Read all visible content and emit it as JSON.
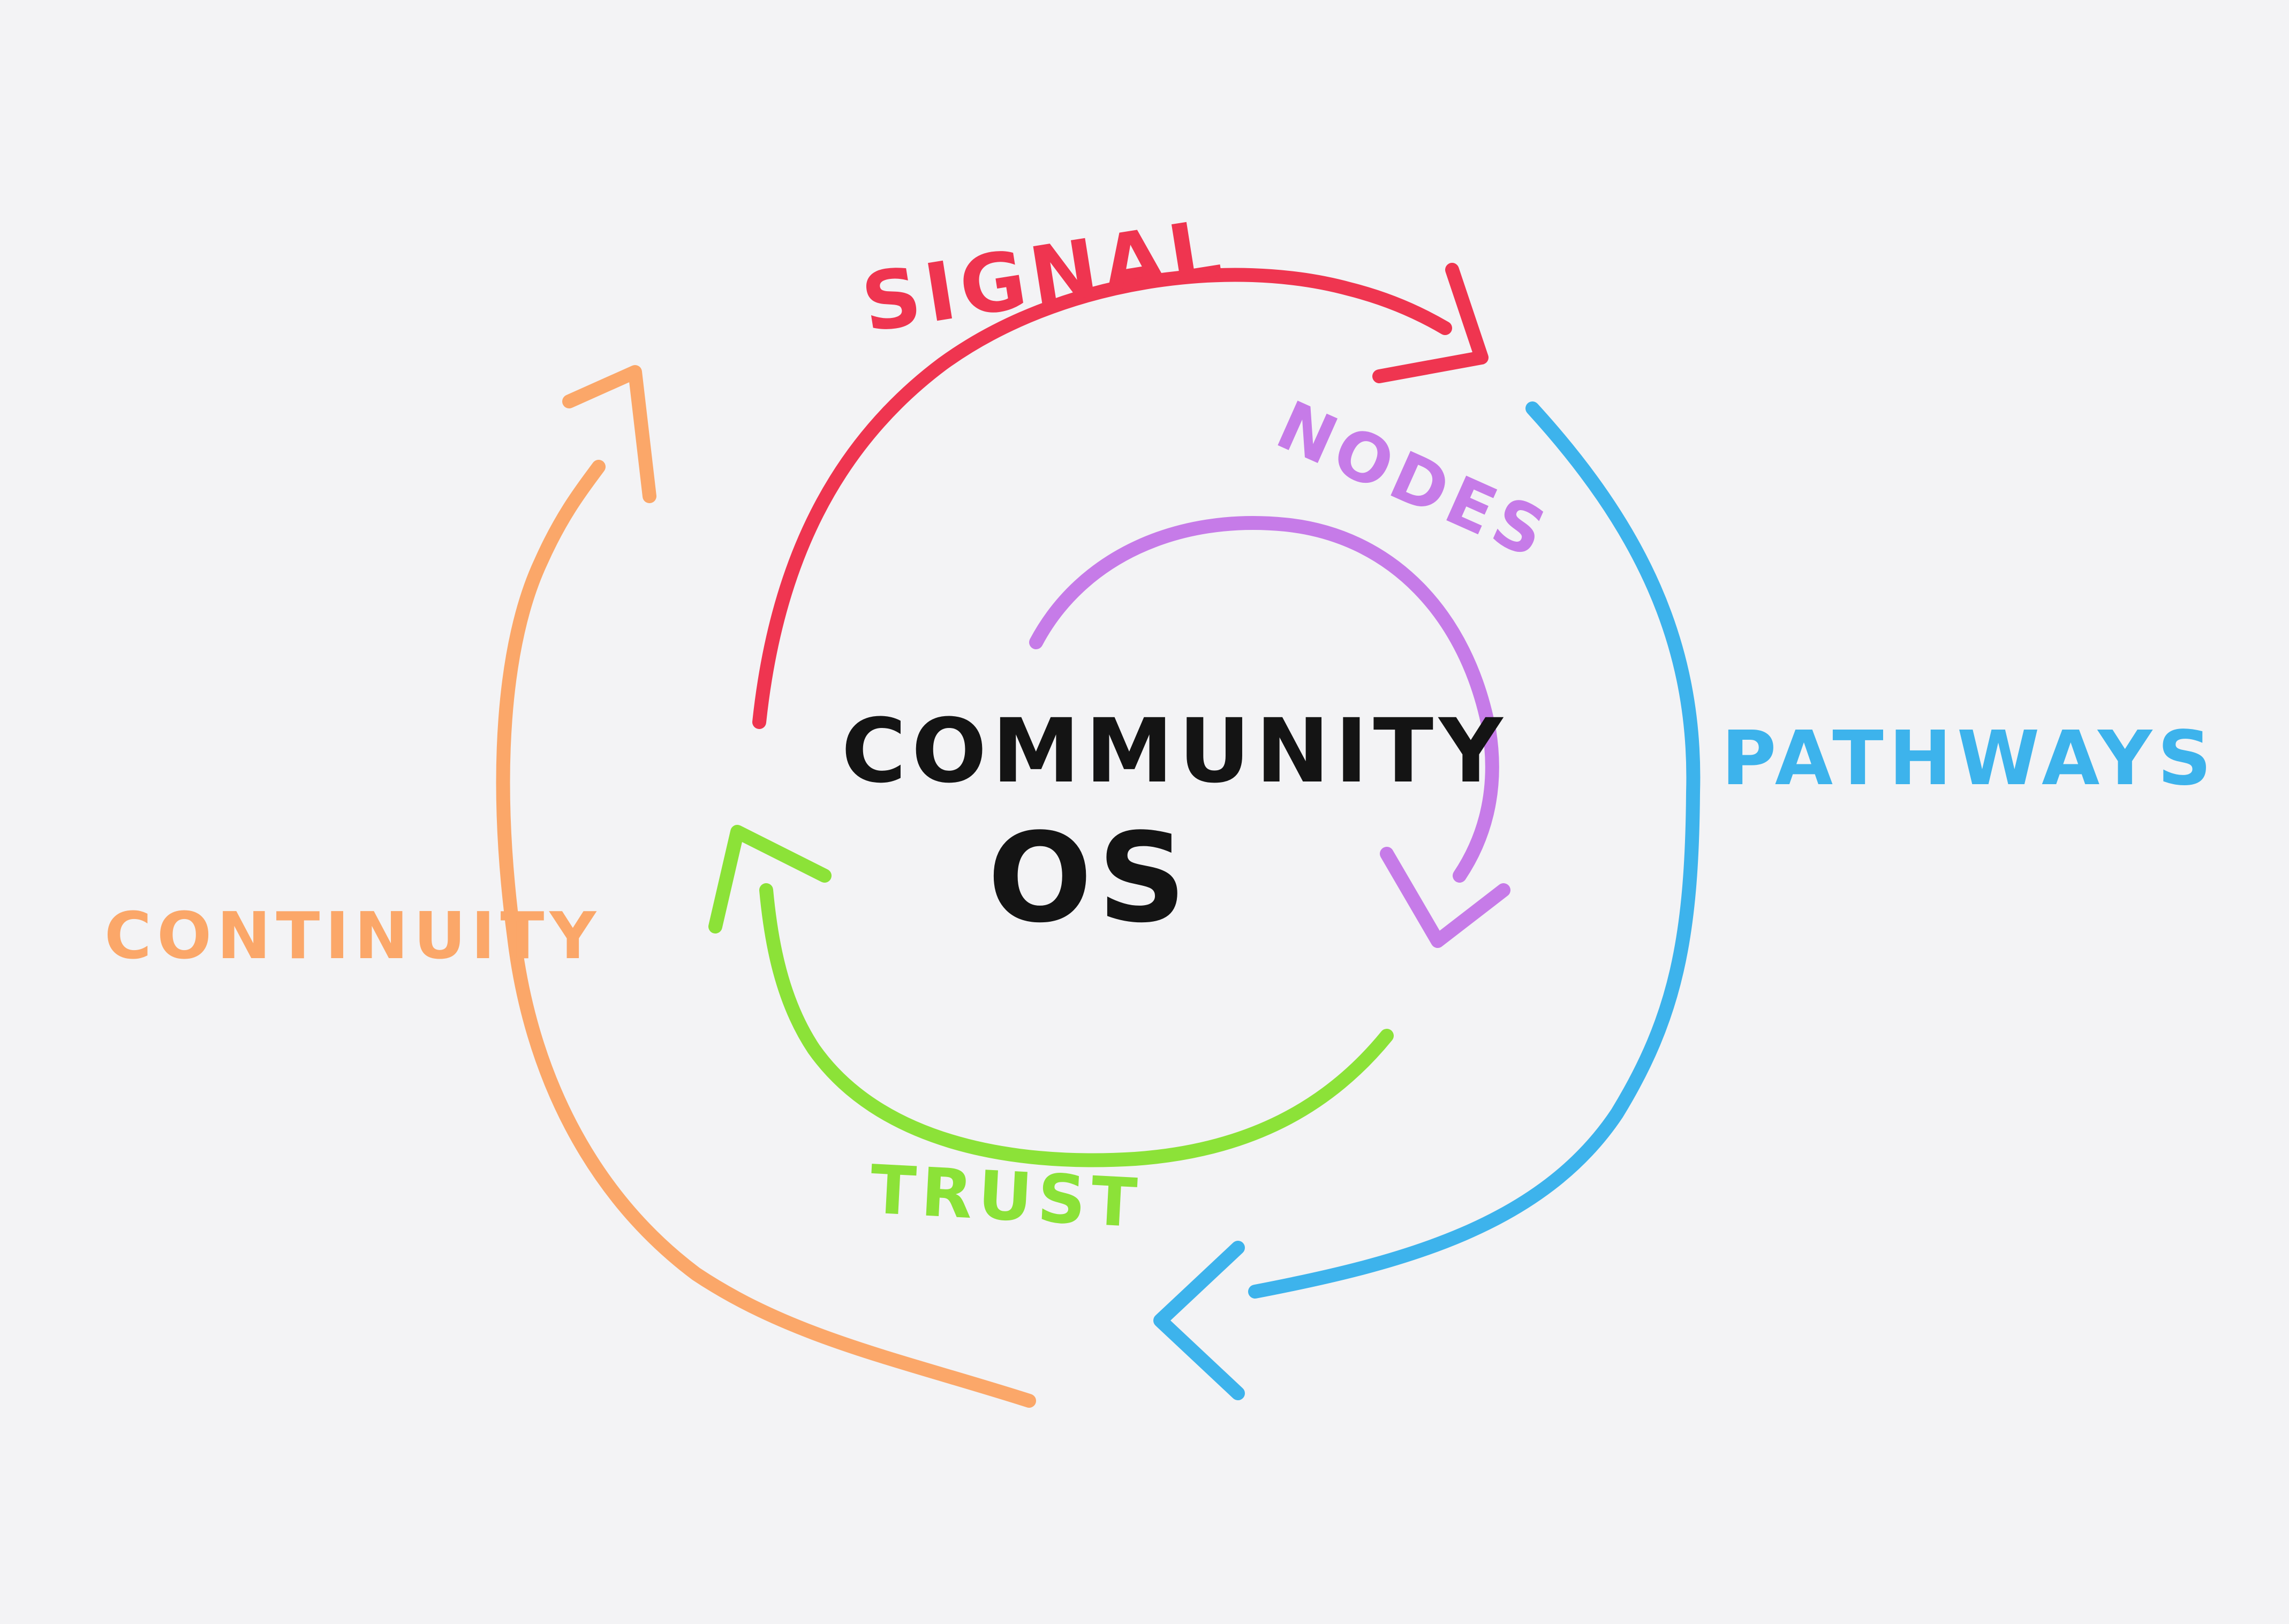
{
  "diagram": {
    "center": {
      "line1": "COMMUNITY",
      "line2": "OS"
    },
    "cycles": [
      {
        "id": "signal",
        "label": "SIGNAL",
        "color": "#ef3550"
      },
      {
        "id": "pathways",
        "label": "PATHWAYS",
        "color": "#3db3ec"
      },
      {
        "id": "nodes",
        "label": "NODES",
        "color": "#c67be8"
      },
      {
        "id": "trust",
        "label": "TRUST",
        "color": "#8ce238"
      },
      {
        "id": "continuity",
        "label": "CONTINUITY",
        "color": "#fba769"
      }
    ],
    "text_color": "#141414",
    "background": "#f3f3f5"
  }
}
